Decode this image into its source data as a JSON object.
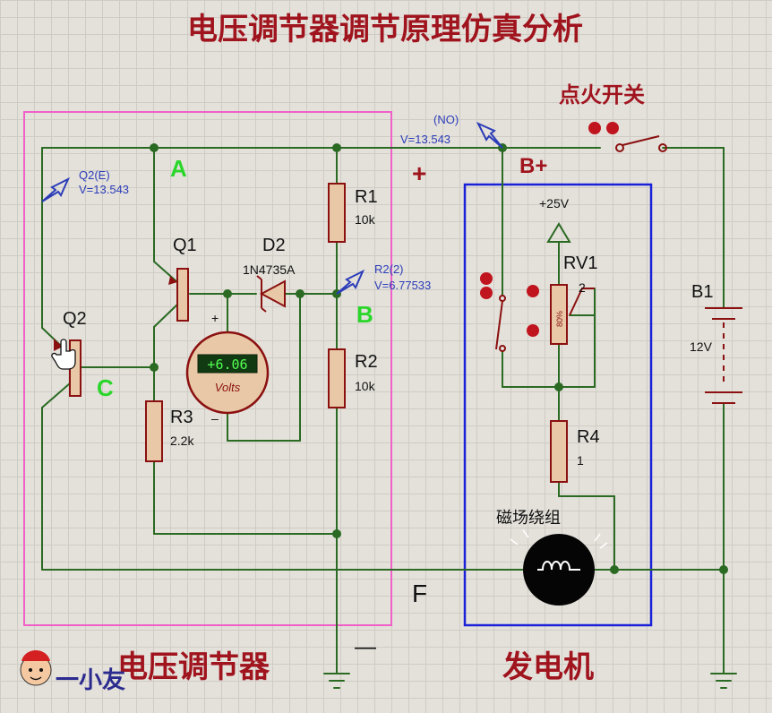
{
  "title": "电压调节器调节原理仿真分析",
  "ignition_switch": "点火开关",
  "sections": {
    "regulator": "电压调节器",
    "generator": "发电机"
  },
  "nodes": {
    "a": "A",
    "b": "B",
    "c": "C",
    "bplus": "B+",
    "f": "F",
    "plus": "+",
    "minus": "—"
  },
  "components": {
    "r1": {
      "name": "R1",
      "value": "10k"
    },
    "r2": {
      "name": "R2",
      "value": "10k"
    },
    "r3": {
      "name": "R3",
      "value": "2.2k"
    },
    "r4": {
      "name": "R4",
      "value": "1"
    },
    "q1": {
      "name": "Q1"
    },
    "q2": {
      "name": "Q2"
    },
    "d2": {
      "name": "D2",
      "value": "1N4735A"
    },
    "rv1": {
      "name": "RV1",
      "pin": "2",
      "supply": "+25V",
      "percent": "80%"
    },
    "b1": {
      "name": "B1",
      "value": "12V"
    },
    "field_winding": "磁场绕组"
  },
  "probes": {
    "q2e": {
      "name": "Q2(E)",
      "value": "V=13.543"
    },
    "no": {
      "name": "(NO)",
      "value": "V=13.543"
    },
    "r2": {
      "name": "R2(2)",
      "value": "V=6.77533"
    }
  },
  "voltmeter": {
    "reading": "+6.06",
    "unit": "Volts"
  },
  "watermark": "一小友",
  "colors": {
    "wire": "#2a6a22",
    "component": "#8b1010",
    "probe": "#2b3cb8",
    "regulator_box": "#f060c8",
    "generator_box": "#1a22d8",
    "node_label": "#2bd62b"
  }
}
